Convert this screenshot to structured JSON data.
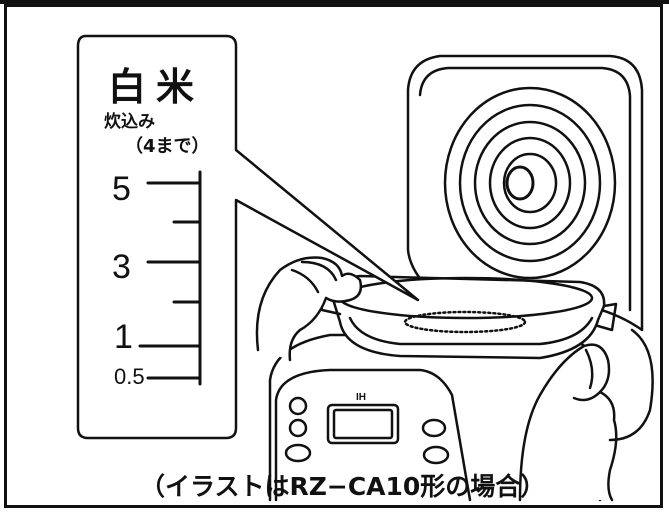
{
  "scale": {
    "title": "白米",
    "subtitle": "炊込み",
    "subtitle_note": "（4まで）",
    "levels": [
      "5",
      "3",
      "1",
      "0.5"
    ]
  },
  "caption": "（イラストはRZ−CA10形の場合）",
  "display_label": "IH"
}
